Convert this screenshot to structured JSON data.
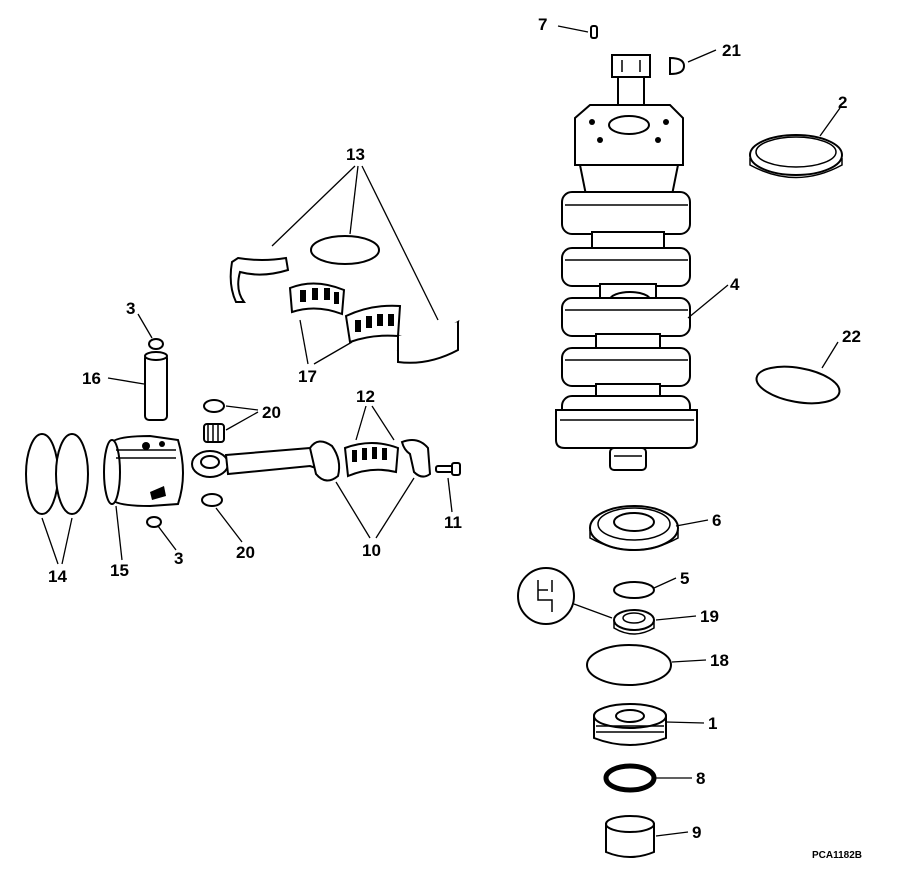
{
  "diagram_code": "PCA1182B",
  "labels": {
    "p1": "1",
    "p2": "2",
    "p3a": "3",
    "p3b": "3",
    "p4": "4",
    "p5": "5",
    "p6": "6",
    "p7": "7",
    "p8": "8",
    "p9": "9",
    "p10": "10",
    "p11": "11",
    "p12": "12",
    "p13": "13",
    "p14": "14",
    "p15": "15",
    "p16": "16",
    "p17": "17",
    "p18": "18",
    "p19": "19",
    "p20a": "20",
    "p20b": "20",
    "p21": "21",
    "p22": "22"
  },
  "colors": {
    "ink": "#000000",
    "paper": "#ffffff"
  }
}
